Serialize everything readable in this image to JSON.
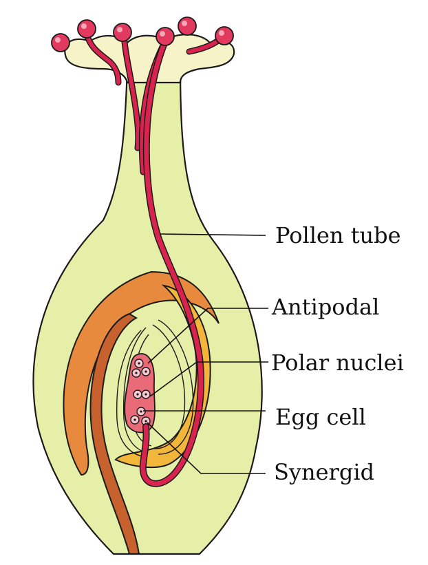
{
  "labels": {
    "pollen_tube": "Pollen tube",
    "antipodal": "Antipodal",
    "polar_nuclei": "Polar nuclei",
    "egg_cell": "Egg cell",
    "synergid": "Synergid"
  },
  "colors": {
    "pistil_fill": "#e6efa8",
    "stigma_fill": "#f7f3c8",
    "outline": "#1a1a1a",
    "pollen_tube": "#d8234f",
    "pollen_grain": "#e23a5e",
    "integument_outer": "#e88a3e",
    "integument_inner": "#f2b63a",
    "funicle": "#c7612e",
    "embryo_sac": "#e96b78",
    "leader_line": "#111111"
  }
}
